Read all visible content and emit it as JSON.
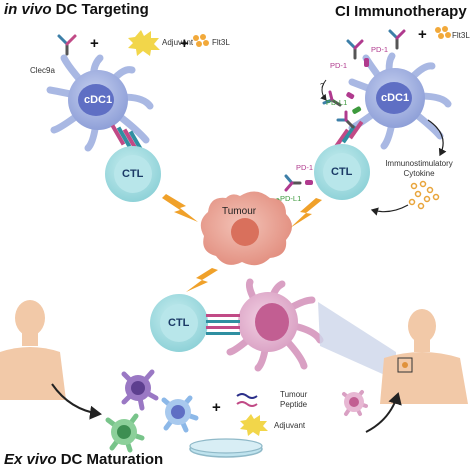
{
  "titles": {
    "in_vivo_italic": "in vivo",
    "in_vivo_rest": " DC Targeting",
    "ci": "CI Immunotherapy",
    "ex_vivo_italic": "Ex vivo",
    "ex_vivo_rest": " DC Maturation"
  },
  "labels": {
    "clec9a": "Clec9a",
    "adjuvant": "Adjuvant",
    "flt3l": "Flt3L",
    "cdc1": "cDC1",
    "ctl": "CTL",
    "tumour": "Tumour",
    "pd1": "PD-1",
    "pdl1": "PD-L1",
    "question": "?",
    "immunostim_line1": "Immunostimulatory",
    "immunostim_line2": "Cytokine",
    "tumour_peptide_line1": "Tumour",
    "tumour_peptide_line2": "Peptide",
    "plus": "+"
  },
  "colors": {
    "dc_body": "#a9b8e3",
    "dc_nucleus": "#5f6fc4",
    "ctl_body": "#a7dde0",
    "ctl_nucleus": "#7cc7cf",
    "tumour_body": "#e9a59a",
    "tumour_nucleus": "#d9705c",
    "mature_dc": "#e7b7d3",
    "mature_nucleus": "#c25e92",
    "lightning": "#f0a12a",
    "adjuvant": "#f2d64a",
    "flt3l": "#f2a93a",
    "pd1": "#b03a8e",
    "pdl1": "#3d9a3d"
  },
  "icons": [
    "lightning-bolt-icon",
    "antibody-icon",
    "adjuvant-burst-icon",
    "flt3l-dots-icon",
    "arrow-icon",
    "petri-dish-icon",
    "human-figure-icon"
  ]
}
